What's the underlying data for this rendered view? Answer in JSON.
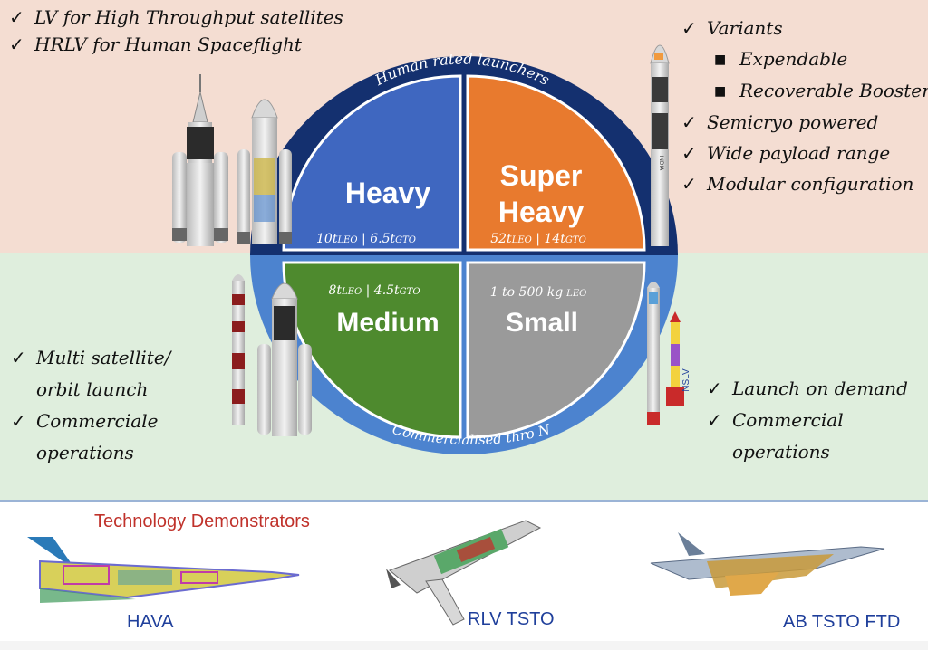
{
  "top_left_points": [
    "LV for High Throughput satellites",
    "HRLV for Human Spaceflight"
  ],
  "top_right_points": {
    "variants_label": "Variants",
    "variants": [
      "Expendable",
      "Recoverable Booster"
    ],
    "others": [
      "Semicryo powered",
      "Wide payload range",
      "Modular configuration"
    ]
  },
  "mid_left_points": [
    "Multi satellite/",
    "orbit launch",
    "Commerciale",
    "operations"
  ],
  "mid_right_points": [
    "Launch on demand",
    "Commercial",
    "operations"
  ],
  "wheel": {
    "top_arc_label": "Human rated launchers",
    "bottom_arc_label": "Commercialised thro N",
    "quadrants": {
      "heavy": {
        "name": "Heavy",
        "leo_value": "10t",
        "leo_unit": "LEO",
        "gto_value": "6.5t",
        "gto_unit": "GTO",
        "color": "#3f67c0"
      },
      "super_heavy": {
        "name_line1": "Super",
        "name_line2": "Heavy",
        "leo_value": "52t",
        "leo_unit": "LEO",
        "gto_value": "14t",
        "gto_unit": "GTO",
        "color": "#e87a2e"
      },
      "medium": {
        "name": "Medium",
        "leo_value": "8t",
        "leo_unit": "LEO",
        "gto_value": "4.5t",
        "gto_unit": "GTO",
        "color": "#4e8a2e"
      },
      "small": {
        "name": "Small",
        "range": "1 to 500 kg",
        "unit": "LEO",
        "color": "#9a9a9a"
      }
    },
    "ring_top_color": "#14306f",
    "ring_bottom_color": "#4c83cf"
  },
  "rocket_labels": {
    "nslv": "NSLV",
    "india": "INDIA"
  },
  "technology": {
    "title": "Technology Demonstrators",
    "items": [
      "HAVA",
      "RLV TSTO",
      "AB TSTO FTD"
    ]
  }
}
